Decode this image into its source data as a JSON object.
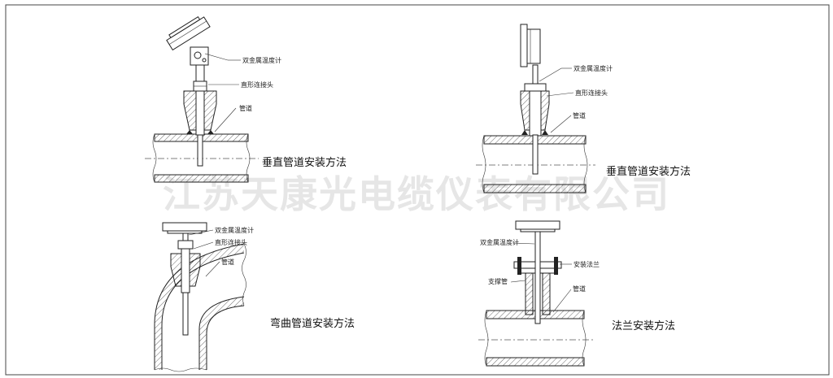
{
  "watermark": "江苏天康光电缆仪表有限公司",
  "panels": [
    {
      "caption": "垂直管道安装方法",
      "labels": [
        "双金属温度计",
        "直形连接头",
        "管道"
      ]
    },
    {
      "caption": "垂直管道安装方法",
      "labels": [
        "双金属温度计",
        "直形连接头",
        "管道"
      ]
    },
    {
      "caption": "弯曲管道安装方法",
      "labels": [
        "双金属温度计",
        "直形连接头",
        "管道"
      ]
    },
    {
      "caption": "法兰安装方法",
      "labels": [
        "双金属温度计",
        "安装法兰",
        "支撑管",
        "管道"
      ]
    }
  ]
}
